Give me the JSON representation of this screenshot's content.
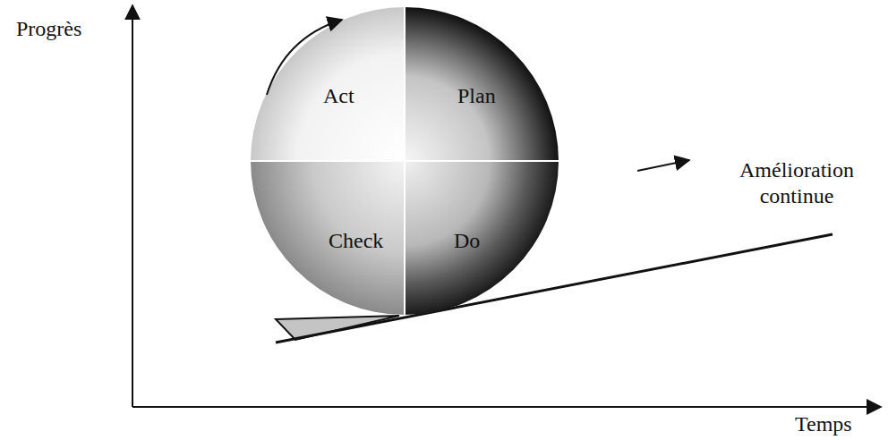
{
  "diagram": {
    "nodes": [
      {
        "text": [
          "Act"
        ]
      },
      {
        "text": [
          "Plan"
        ]
      },
      {
        "text": [
          "Check"
        ]
      },
      {
        "text": [
          "Do"
        ]
      }
    ],
    "labels": [
      "Progrès",
      "Amélioration continue",
      "Temps"
    ]
  }
}
